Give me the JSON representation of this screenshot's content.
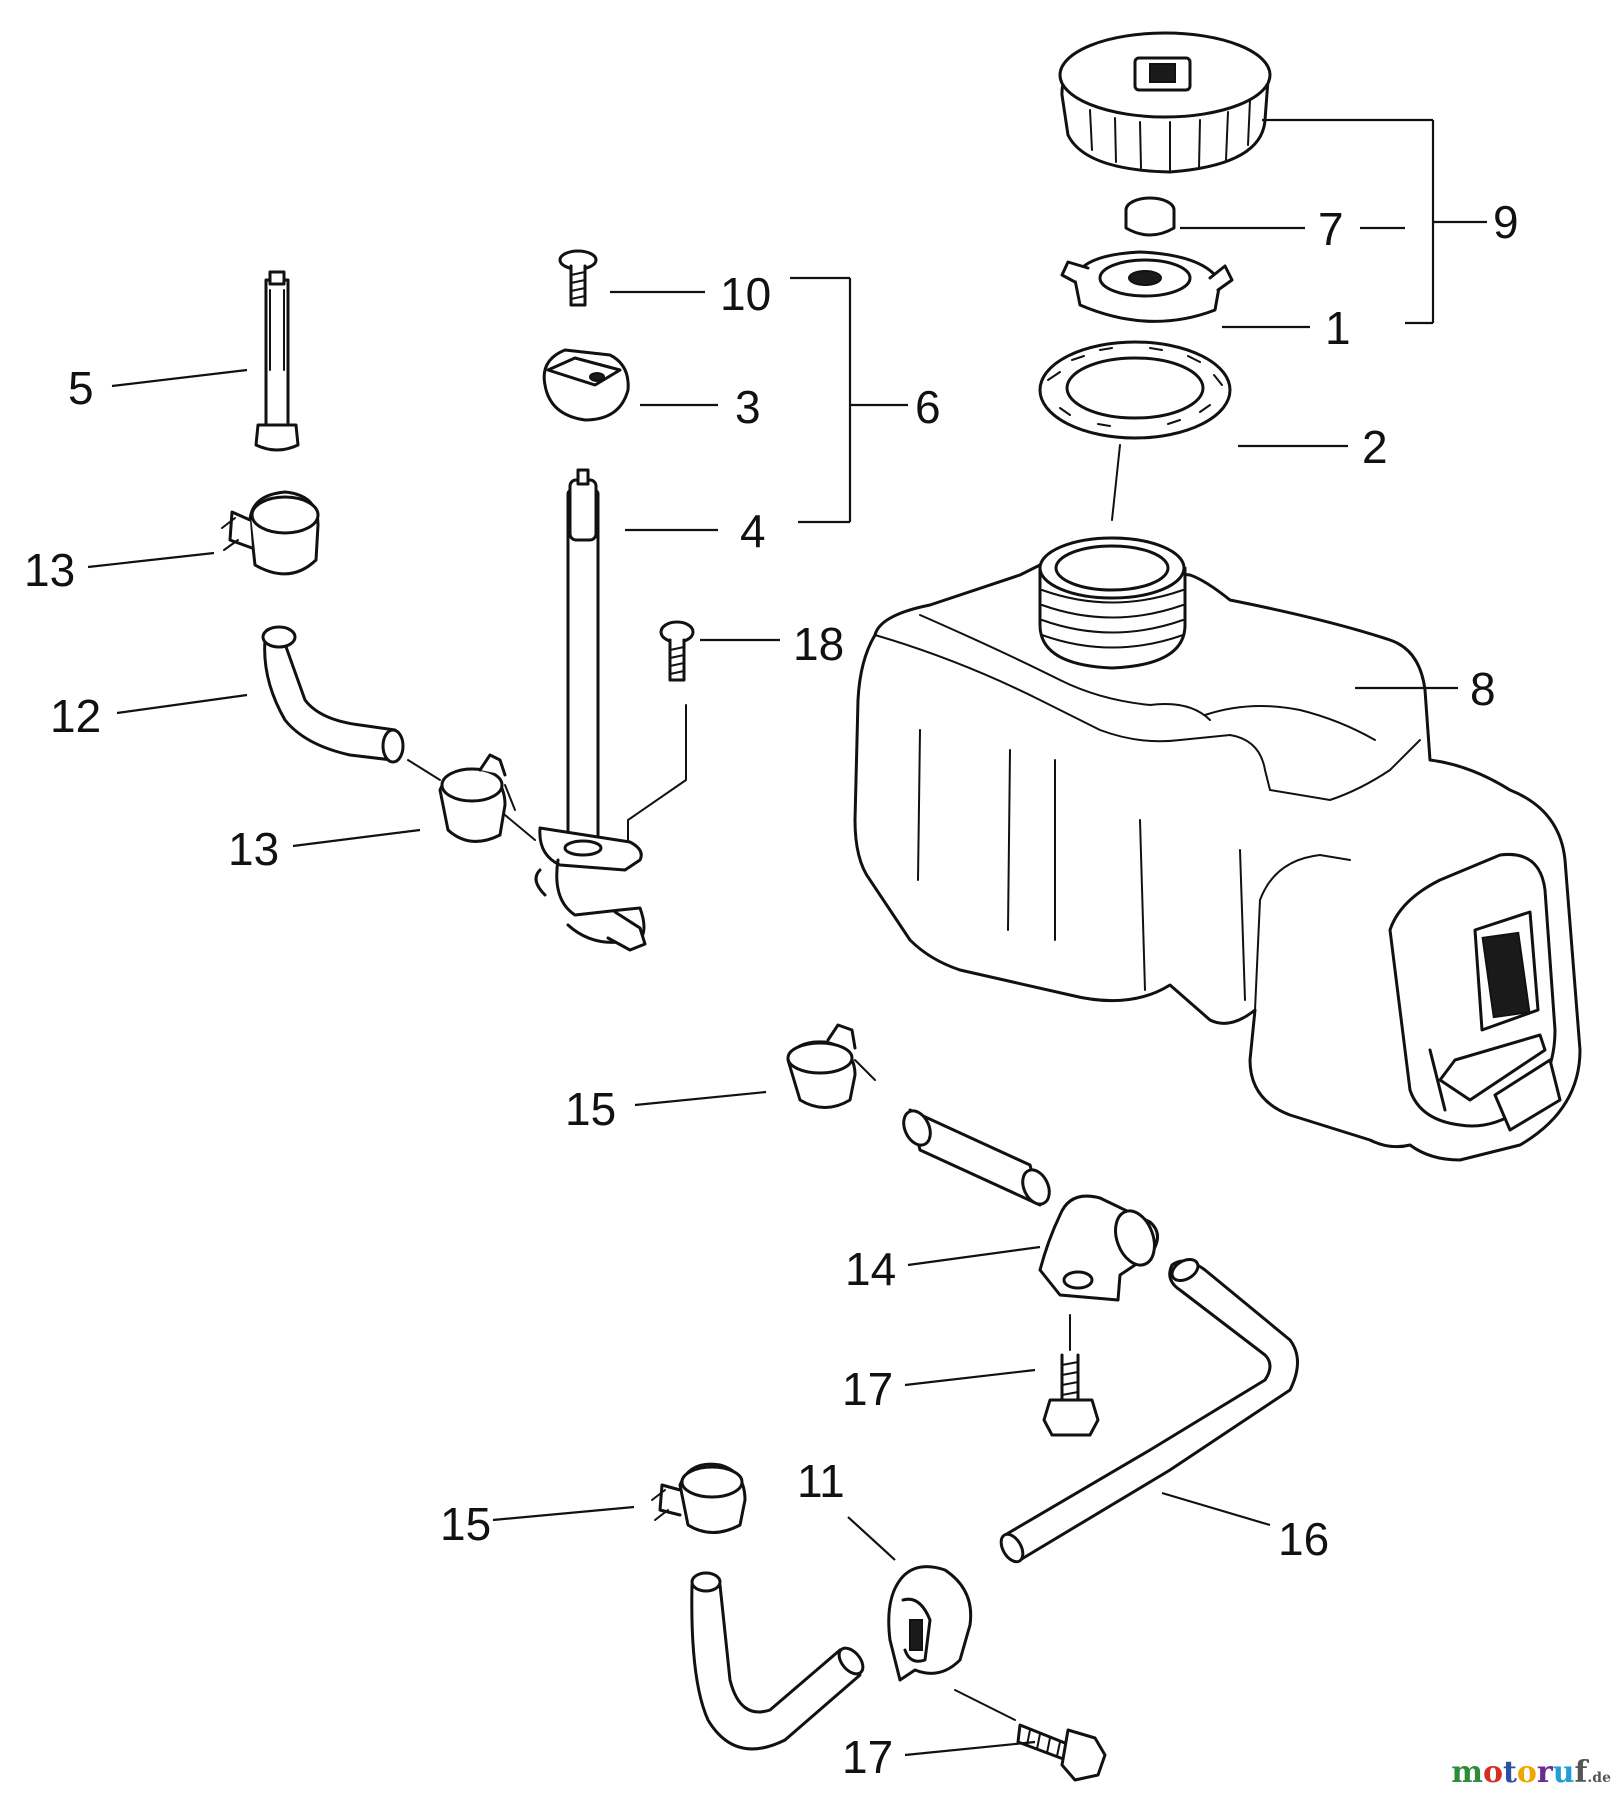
{
  "callouts": {
    "c1": "1",
    "c2": "2",
    "c3": "3",
    "c4": "4",
    "c5": "5",
    "c6": "6",
    "c7": "7",
    "c8": "8",
    "c9": "9",
    "c10": "10",
    "c11": "11",
    "c12": "12",
    "c13a": "13",
    "c13b": "13",
    "c14": "14",
    "c15a": "15",
    "c15b": "15",
    "c16": "16",
    "c17a": "17",
    "c17b": "17",
    "c18": "18"
  },
  "watermark": {
    "brand": "motoruf",
    "suffix": ".de",
    "colors": [
      "#2e8b3a",
      "#d62d20",
      "#2a4fa3",
      "#f0a500",
      "#6a2c91",
      "#1f9ed8",
      "#555555"
    ]
  }
}
